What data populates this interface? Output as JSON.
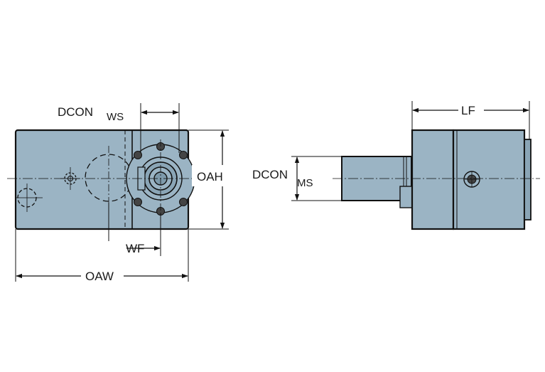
{
  "labels": {
    "dcon_ws_main": "DCON",
    "dcon_ws_sub": "WS",
    "oah": "OAH",
    "wf": "WF",
    "oaw": "OAW",
    "lf": "LF",
    "dcon_ms_main": "DCON",
    "dcon_ms_sub": "MS"
  },
  "colors": {
    "body_fill": "#9bb4c4",
    "body_dark": "#7e9aab",
    "outline": "#111111",
    "background": "#ffffff"
  }
}
